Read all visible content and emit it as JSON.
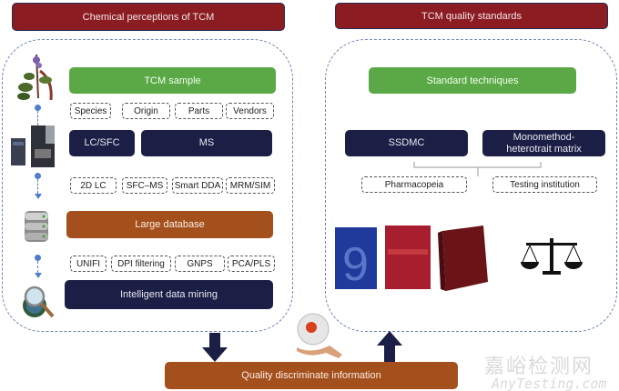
{
  "left": {
    "header": "Chemical perceptions of TCM",
    "sample": "TCM sample",
    "sample_tags": [
      "Species",
      "Origin",
      "Parts",
      "Vendors"
    ],
    "lc": "LC/SFC",
    "ms": "MS",
    "method_tags": [
      "2D LC",
      "SFC–MS",
      "Smart DDA",
      "MRM/SIM"
    ],
    "database": "Large database",
    "analysis_tags": [
      "UNIFI",
      "DPI filtering",
      "GNPS",
      "PCA/PLS"
    ],
    "mining": "Intelligent data mining"
  },
  "right": {
    "header": "TCM quality standards",
    "techniques": "Standard techniques",
    "ssdmc": "SSDMC",
    "mmhm": "Monomethod-heterotrait matrix",
    "pharmacopeia": "Pharmacopeia",
    "testing": "Testing institution"
  },
  "bottom": "Quality discriminate information",
  "watermark": {
    "cn": "嘉峪检测网",
    "en": "AnyTesting.com"
  },
  "colors": {
    "header": "#8b1c22",
    "green": "#5aa846",
    "navy": "#1c1f45",
    "brown": "#a4501d",
    "flow": "#4f7fc9"
  }
}
